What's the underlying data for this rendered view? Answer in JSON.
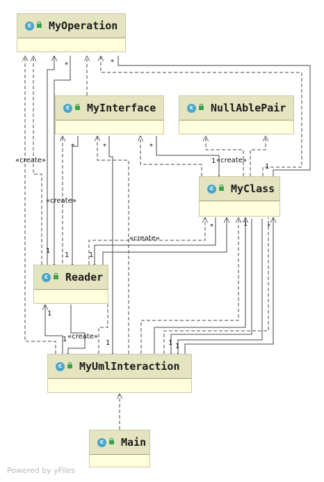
{
  "classes": {
    "myoperation": {
      "name": "MyOperation"
    },
    "myinterface": {
      "name": "MyInterface"
    },
    "nullablepair": {
      "name": "NullAblePair"
    },
    "myclass": {
      "name": "MyClass"
    },
    "reader": {
      "name": "Reader"
    },
    "myumlinteraction": {
      "name": "MyUmlInteraction"
    },
    "main": {
      "name": "Main"
    }
  },
  "icon_letter": "c",
  "labels": {
    "create": "«create»",
    "one": "1",
    "star": "*"
  },
  "footer": "Powered by yFiles",
  "colors": {
    "header": "#e4e4c0",
    "body": "#ffffdd",
    "icon": "#4aa6c8",
    "access": "#3aa04a",
    "edge": "#444444"
  }
}
